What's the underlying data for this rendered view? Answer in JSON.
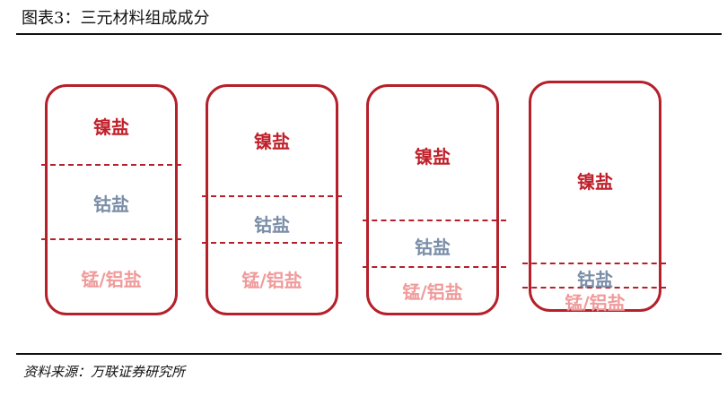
{
  "title": "图表3：三元材料组成成分",
  "source": "资料来源：万联证券研究所",
  "colors": {
    "border": "#b5202a",
    "nickel": "#c0202a",
    "cobalt": "#7a8ea8",
    "manganese_aluminum": "#f09a9a"
  },
  "cells": [
    {
      "nickel": "镍盐",
      "cobalt": "钴盐",
      "mn_al": "锰/铝盐"
    },
    {
      "nickel": "镍盐",
      "cobalt": "钴盐",
      "mn_al": "锰/铝盐"
    },
    {
      "nickel": "镍盐",
      "cobalt": "钴盐",
      "mn_al": "锰/铝盐"
    },
    {
      "nickel": "镍盐",
      "cobalt": "钴盐",
      "mn_al": "锰/铝盐"
    }
  ]
}
